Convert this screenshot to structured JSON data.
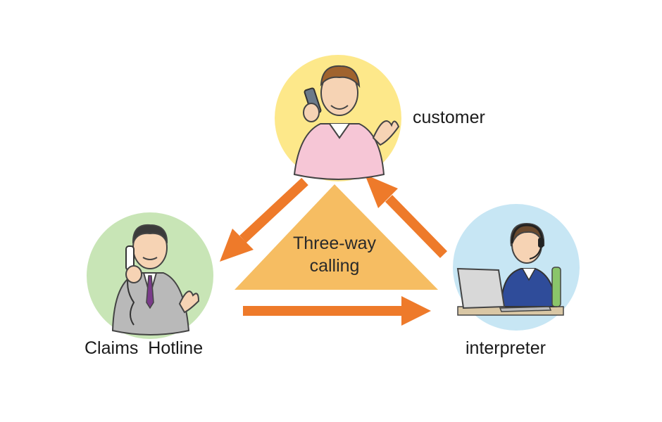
{
  "nodes": {
    "customer": {
      "label": "customer"
    },
    "claims": {
      "label": "Claims  Hotline"
    },
    "interpreter": {
      "label": "interpreter"
    }
  },
  "center": {
    "line1": "Three-way",
    "line2": "calling"
  },
  "colors": {
    "arrow": "#ee7a2a",
    "triangle": "#f6bd62",
    "customer_circle": "#fde88a",
    "claims_circle": "#c8e5b6",
    "interpreter_circle": "#c7e6f4"
  }
}
